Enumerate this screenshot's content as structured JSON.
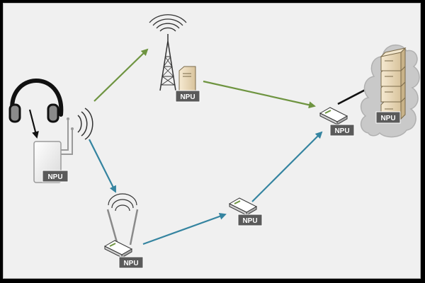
{
  "diagram": {
    "badge_text": "NPU",
    "colors": {
      "background": "#f0f0f0",
      "border": "#bdbdbd",
      "green_link": "#6e9440",
      "blue_link": "#3584a0",
      "black_link": "#111111",
      "badge_fill": "#5a5a5a",
      "cloud_fill": "#c9c9c9",
      "device_fill": "#ffffff",
      "server_fill": "#ead9b8"
    },
    "nodes": [
      {
        "id": "headphones",
        "icon": "headphones-icon"
      },
      {
        "id": "wearable-device",
        "icon": "wearable-device-icon",
        "badge": "NPU"
      },
      {
        "id": "cell-tower",
        "icon": "cell-tower-icon",
        "badge": "NPU"
      },
      {
        "id": "wifi-router",
        "icon": "wifi-router-icon",
        "badge": "NPU"
      },
      {
        "id": "network-switch-middle",
        "icon": "network-switch-icon",
        "badge": "NPU"
      },
      {
        "id": "network-switch-edge",
        "icon": "network-switch-icon",
        "badge": "NPU"
      },
      {
        "id": "cloud-servers",
        "icon": "cloud-server-rack-icon",
        "badge": "NPU"
      }
    ],
    "links": [
      {
        "from": "headphones",
        "to": "wearable-device",
        "color": "black"
      },
      {
        "from": "wearable-device",
        "to": "cell-tower",
        "color": "green"
      },
      {
        "from": "cell-tower",
        "to": "network-switch-edge",
        "color": "green"
      },
      {
        "from": "wearable-device",
        "to": "wifi-router",
        "color": "blue"
      },
      {
        "from": "wifi-router",
        "to": "network-switch-middle",
        "color": "blue"
      },
      {
        "from": "network-switch-middle",
        "to": "network-switch-edge",
        "color": "blue"
      },
      {
        "from": "network-switch-edge",
        "to": "cloud-servers",
        "color": "black"
      }
    ]
  }
}
